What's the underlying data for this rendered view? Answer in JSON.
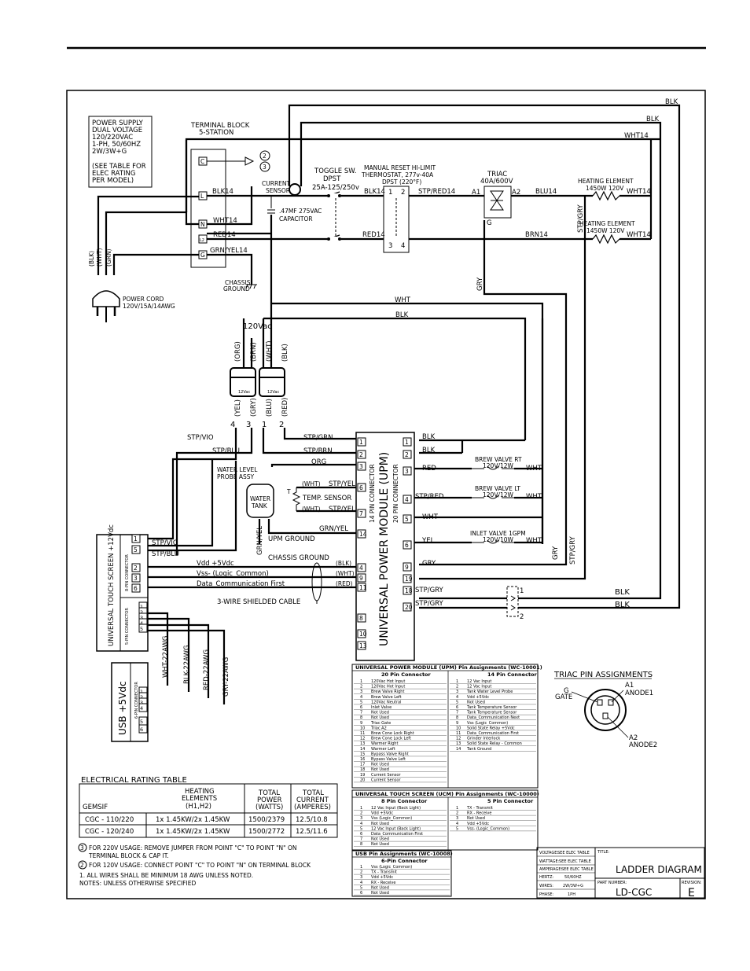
{
  "labels": {
    "power_supply": [
      "POWER SUPPLY",
      "DUAL VOLTAGE",
      "120/220VAC",
      "1-PH, 50/60HZ",
      "2W/3W+G",
      "",
      "(SEE TABLE FOR",
      "ELEC RATING",
      "PER MODEL)"
    ],
    "terminal_block": [
      "TERMINAL BLOCK",
      "5-STATION"
    ],
    "tb_pins": [
      "C",
      "L",
      "N",
      "L2",
      "G"
    ],
    "note_marks": [
      "2",
      "3"
    ],
    "current_sensor": [
      "CURRENT",
      "SENSOR"
    ],
    "capacitor": [
      ".47MF 275VAC",
      "CAPACITOR"
    ],
    "toggle": [
      "TOGGLE SW.",
      "DPST",
      "25A-125/250v"
    ],
    "thermostat": [
      "MANUAL RESET HI-LIMIT",
      "THERMOSTAT, 277v-40A",
      "DPST (220°F)"
    ],
    "thermo_pins": [
      "1",
      "2",
      "3",
      "4"
    ],
    "triac": [
      "TRIAC",
      "40A/600V"
    ],
    "triac_pins": [
      "A1",
      "A2",
      "G"
    ],
    "heating_element_1": [
      "HEATING ELEMENT",
      "1450W 120V"
    ],
    "heating_element_2": [
      "HEATING ELEMENT",
      "1450W 120V"
    ],
    "chassis_ground": [
      "CHASSIS",
      "GROUND"
    ],
    "power_cord": [
      "POWER CORD",
      "120V/15A/14AWG"
    ],
    "cord_wires": [
      "(BLK)",
      "(WHT)",
      "(GRN)"
    ],
    "v120": "120Vac",
    "transformer_top": [
      "(ORG)",
      "(BRN)",
      "(WHT)",
      "(BLK)"
    ],
    "transformer_bot": [
      "(YEL)",
      "(GRY)",
      "(BLU)",
      "(RED)"
    ],
    "transformer_pins": [
      "4",
      "3",
      "1",
      "2"
    ],
    "v12": "12Vac",
    "probe": [
      "WATER LEVEL",
      "PROBE ASSY"
    ],
    "water_tank": [
      "WATER",
      "TANK"
    ],
    "temp_sensor": "TEMP. SENSOR",
    "t_mark": "T",
    "upm_ground": "UPM GROUND",
    "chassis_ground2": "CHASSIS GROUND",
    "upm_title": "UNIVERSAL POWER MODULE (UPM)",
    "upm_14": "14 PIN CONNECTOR",
    "upm_20": "20 PIN CONNECTOR",
    "upm_left_pins": [
      "1",
      "2",
      "3",
      "6",
      "7",
      "14",
      "4",
      "9",
      "11",
      "8",
      "10",
      "13"
    ],
    "upm_right_pins": [
      "1",
      "2",
      "3",
      "4",
      "5",
      "6",
      "9",
      "19",
      "18",
      "20"
    ],
    "brew_rt": [
      "BREW VALVE RT",
      "120V/12W"
    ],
    "brew_lt": [
      "BREW VALVE LT",
      "120V/12W"
    ],
    "inlet": [
      "INLET VALVE 1GPM",
      "120V/10W"
    ],
    "touch_title": "UNIVERSAL TOUCH SCREEN +12Vdc",
    "touch_8pin": "8-PIN CONNECTOR",
    "touch_5pin": "5-PIN CONNECTOR",
    "touch8_pins": [
      "1",
      "5",
      "2",
      "3",
      "6"
    ],
    "touch5_pins": [
      "1",
      "2",
      "3",
      "4",
      "5"
    ],
    "vdd": "Vdd +5Vdc",
    "vss": "Vss- (Logic_Common)",
    "datacomm": "Data_Communication First",
    "shielded": "3-WIRE SHIELDED CABLE",
    "usb_title": "USB +5Vdc",
    "usb_6pin": "6-PIN CONNECTOR",
    "usb_pins": [
      "1",
      "2",
      "3",
      "4",
      "5",
      "6"
    ],
    "awg": [
      "WHT-22AWG",
      "BLK-22AWG",
      "RED-22AWG",
      "GRY-22AWG"
    ],
    "wires": {
      "blk": "BLK",
      "wht14": "WHT14",
      "blk14": "BLK14",
      "red14": "RED14",
      "grnyel14": "GRN/YEL14",
      "stpred14": "STP/RED14",
      "blu14": "BLU14",
      "brn14": "BRN14",
      "stpgry": "STP/GRY",
      "gry": "GRY",
      "wht": "WHT",
      "stpvio": "STP/VIO",
      "stpblu": "STP/BLU",
      "stpgrn": "STP/GRN",
      "stpbrn": "STP/BRN",
      "org": "ORG",
      "red": "RED",
      "stpred": "STP/RED",
      "yel": "YEL",
      "stpyel": "STP/YEL",
      "grnyel": "GRN/YEL",
      "whtp": "(WHT)",
      "blkp": "(BLK)",
      "redp": "(RED)"
    },
    "relay_pins": [
      "1",
      "2"
    ]
  },
  "upm_table": {
    "title": "UNIVERSAL POWER MODULE (UPM) Pin Assignments (WC-10001)",
    "h20": "20 Pin Connector",
    "h14": "14 Pin Connector",
    "pins20": [
      [
        "1",
        "120Vac Hot Input"
      ],
      [
        "2",
        "120Vac Hot Input"
      ],
      [
        "3",
        "Brew Valve Right"
      ],
      [
        "4",
        "Brew Valve Left"
      ],
      [
        "5",
        "120Vac Neutral"
      ],
      [
        "6",
        "Inlet Valve"
      ],
      [
        "7",
        "Not Used"
      ],
      [
        "8",
        "Not Used"
      ],
      [
        "9",
        "Triac Gate"
      ],
      [
        "10",
        "Triac A2"
      ],
      [
        "11",
        "Brew Cone Lock Right"
      ],
      [
        "12",
        "Brew Cone Lock Left"
      ],
      [
        "13",
        "Warmer Right"
      ],
      [
        "14",
        "Warmer Left"
      ],
      [
        "15",
        "Bypass Valve Right"
      ],
      [
        "16",
        "Bypass Valve Left"
      ],
      [
        "17",
        "Not Used"
      ],
      [
        "18",
        "Not Used"
      ],
      [
        "19",
        "Current Sensor"
      ],
      [
        "20",
        "Current Sensor"
      ]
    ],
    "pins14": [
      [
        "1",
        "12 Vac Input"
      ],
      [
        "2",
        "12 Vac Input"
      ],
      [
        "3",
        "Tank Water Level Probe"
      ],
      [
        "4",
        "Vdd +5Vdc"
      ],
      [
        "5",
        "Not Used"
      ],
      [
        "6",
        "Tank Temperature Sensor"
      ],
      [
        "7",
        "Tank Temperature Sensor"
      ],
      [
        "8",
        "Data_Communication Next"
      ],
      [
        "9",
        "Vss (Logic_Common)"
      ],
      [
        "10",
        "Solid State Relay +5Vdc"
      ],
      [
        "11",
        "Data_Communication First"
      ],
      [
        "12",
        "Grinder Interlock"
      ],
      [
        "13",
        "Solid State Relay - Common"
      ],
      [
        "14",
        "Tank Ground"
      ]
    ]
  },
  "ucm_table": {
    "title": "UNIVERSAL TOUCH SCREEN (UCM) Pin Assignments (WC-10000)",
    "h8": "8 Pin Connector",
    "h5": "5 Pin Connector",
    "pins8": [
      [
        "1",
        "12 Vac Input (Back Light)"
      ],
      [
        "2",
        "Vdd +5Vdc"
      ],
      [
        "3",
        "Vss (Logic_Common)"
      ],
      [
        "4",
        "Not Used"
      ],
      [
        "5",
        "12 Vac Input (Back Light)"
      ],
      [
        "6",
        "Data_Communication First"
      ],
      [
        "7",
        "Not Used"
      ],
      [
        "8",
        "Not Used"
      ]
    ],
    "pins5": [
      [
        "1",
        "TX - Transmit"
      ],
      [
        "2",
        "RX - Receive"
      ],
      [
        "3",
        "Not Used"
      ],
      [
        "4",
        "Vdd +5Vdc"
      ],
      [
        "5",
        "Vss- (Logic_Common)"
      ]
    ]
  },
  "usb_table": {
    "title": "USB Pin Assignments (WC-10008)",
    "h6": "6-Pin Connector",
    "pins6": [
      [
        "1",
        "Vss (Logic_Common)"
      ],
      [
        "2",
        "TX - Transmit"
      ],
      [
        "3",
        "Vdd +5Vdc"
      ],
      [
        "4",
        "RX - Receive"
      ],
      [
        "5",
        "Not Used"
      ],
      [
        "6",
        "Not Used"
      ]
    ]
  },
  "triac_pins": {
    "title": "TRIAC PIN ASSIGNMENTS",
    "g": "G",
    "gate": "GATE",
    "a1": "A1",
    "anode1": "ANODE1",
    "a2": "A2",
    "anode2": "ANODE2"
  },
  "rating_table": {
    "title": "ELECTRICAL RATING TABLE",
    "headers": {
      "elements": [
        "HEATING",
        "ELEMENTS",
        "(H1,H2)"
      ],
      "power": [
        "TOTAL",
        "POWER",
        "(WATTS)"
      ],
      "current": [
        "TOTAL",
        "CURRENT",
        "(AMPERES)"
      ],
      "model": "GEMSIF"
    },
    "rows": [
      [
        "CGC - 110/220",
        "1x 1.45KW/2x 1.45KW",
        "1500/2379",
        "12.5/10.8"
      ],
      [
        "CGC - 120/240",
        "1x 1.45KW/2x 1.45KW",
        "1500/2772",
        "12.5/11.6"
      ]
    ]
  },
  "notes": {
    "n3a": "FOR 220V USAGE: REMOVE JUMPER FROM POINT \"C\" TO POINT \"N\" ON",
    "n3b": "TERMINAL BLOCK & CAP IT.",
    "n2": "FOR 120V USAGE: CONNECT POINT \"C\" TO POINT \"N\" ON TERMINAL BLOCK",
    "n1": "1. ALL WIRES SHALL BE MINIMUM 18 AWG UNLESS NOTED.",
    "n0": "NOTES: UNLESS OTHERWISE SPECIFIED",
    "mark3": "3",
    "mark2": "2"
  },
  "title_block": {
    "voltage": [
      "VOLTAGE:",
      "SEE ELEC TABLE"
    ],
    "wattage": [
      "WATTAGE:",
      "SEE ELEC TABLE"
    ],
    "amperage": [
      "AMPERAGE:",
      "SEE ELEC TABLE"
    ],
    "hertz": [
      "HERTZ:",
      "50/60HZ"
    ],
    "wires": [
      "WIRES:",
      "2W/3W+G"
    ],
    "phase": [
      "PHASE:",
      "1PH"
    ],
    "title_label": "TITLE:",
    "title": "LADDER DIAGRAM",
    "part_label": "PART NUMBER:",
    "part": "LD-CGC",
    "rev_label": "REVISION:",
    "rev": "E"
  }
}
